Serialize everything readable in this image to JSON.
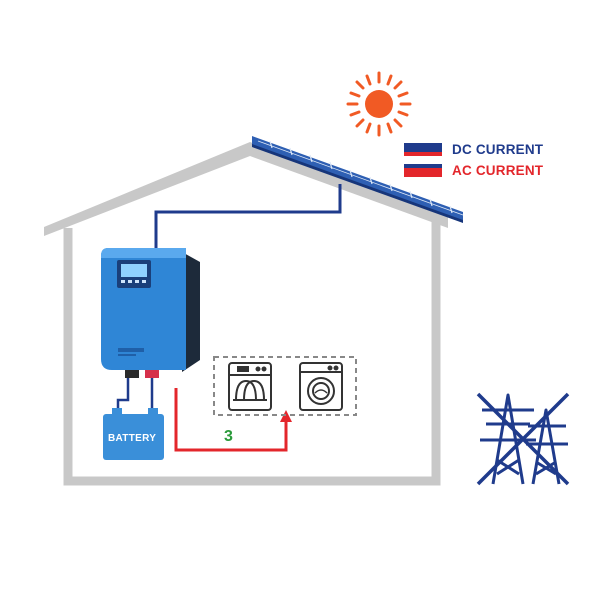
{
  "legend": {
    "dc_label": "DC CURRENT",
    "ac_label": "AC CURRENT",
    "dc_color": "#1f3b8c",
    "ac_color": "#e3262b"
  },
  "battery": {
    "label": "BATTERY"
  },
  "loads": {
    "count_label": "3"
  },
  "icons": [
    "sun-icon",
    "solar-panel-icon",
    "inverter-icon",
    "battery-icon",
    "dishwasher-icon",
    "washing-machine-icon",
    "power-tower-crossed-icon"
  ],
  "colors": {
    "house_outline": "#c8c8c8",
    "inverter_blue": "#2f86d6",
    "battery_blue": "#3a8fd9",
    "sun_orange": "#f15a24",
    "tower_blue": "#1f3b8c"
  }
}
